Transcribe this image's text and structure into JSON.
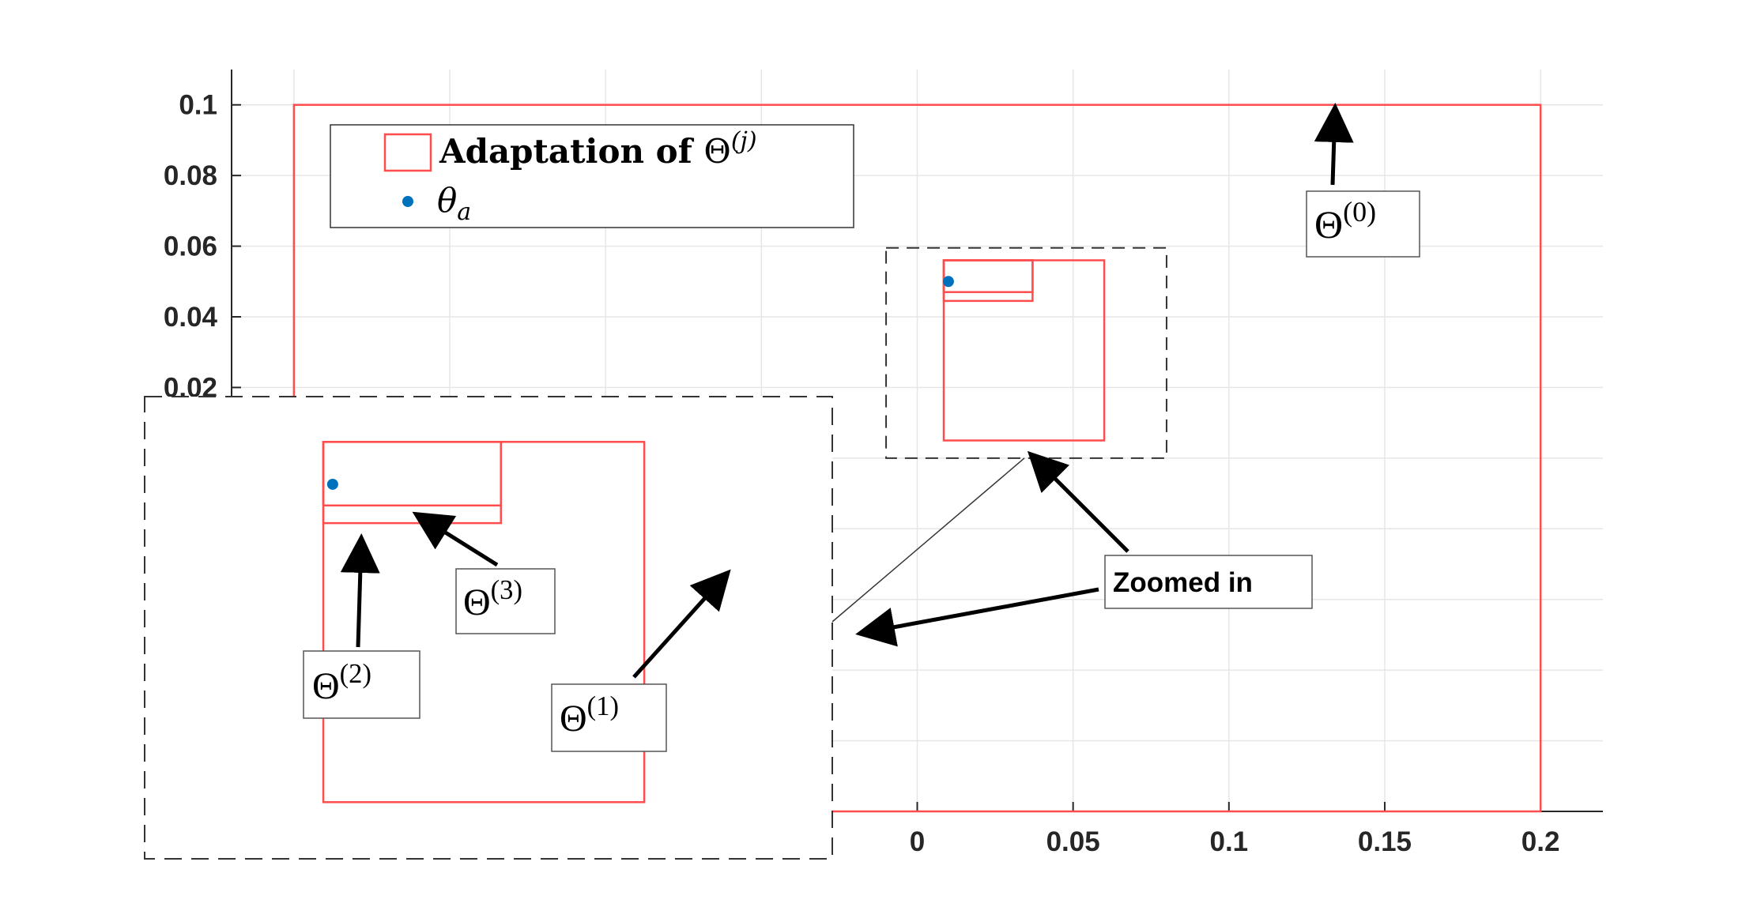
{
  "chart_data": {
    "type": "scatter",
    "title": "",
    "xlabel": "",
    "ylabel": "",
    "xlim": [
      -0.22,
      0.22
    ],
    "ylim": [
      -0.1,
      0.11
    ],
    "x_ticks": [
      0,
      0.05,
      0.1,
      0.15,
      0.2
    ],
    "x_tick_labels": [
      "0",
      "0.05",
      "0.1",
      "0.15",
      "0.2"
    ],
    "y_ticks": [
      0.02,
      0.04,
      0.06,
      0.08,
      0.1
    ],
    "y_tick_labels": [
      "0.02",
      "0.04",
      "0.06",
      "0.08",
      "0.1"
    ],
    "grid": true,
    "legend_position": "top-left",
    "legend": {
      "rect_entry": {
        "text": "Adaptation of ",
        "math": "Θ",
        "sup": "(j)"
      },
      "point_entry": {
        "math": "θ",
        "sub": "a"
      }
    },
    "rectangles": [
      {
        "name": "Θ(0)",
        "x0": -0.2,
        "x1": 0.2,
        "y0": -0.1,
        "y1": 0.1
      },
      {
        "name": "Θ(1)",
        "x0": 0.0085,
        "x1": 0.06,
        "y0": 0.005,
        "y1": 0.056
      },
      {
        "name": "Θ(2)",
        "x0": 0.0085,
        "x1": 0.037,
        "y0": 0.0445,
        "y1": 0.056
      },
      {
        "name": "Θ(3)",
        "x0": 0.0085,
        "x1": 0.037,
        "y0": 0.047,
        "y1": 0.056
      }
    ],
    "points": [
      {
        "name": "θa",
        "x": 0.01,
        "y": 0.05
      }
    ],
    "zoom_region": {
      "x0": -0.01,
      "x1": 0.08,
      "y0": 0.0,
      "y1": 0.0595
    },
    "annotations": {
      "theta0": {
        "math": "Θ",
        "sup": "(0)"
      },
      "theta1": {
        "math": "Θ",
        "sup": "(1)"
      },
      "theta2": {
        "math": "Θ",
        "sup": "(2)"
      },
      "theta3": {
        "math": "Θ",
        "sup": "(3)"
      },
      "zoomed_in": "Zoomed in"
    },
    "colors": {
      "rect": "#ff4d4d",
      "point": "#0072bd",
      "grid": "#e6e6e6",
      "axis": "#262626"
    }
  }
}
